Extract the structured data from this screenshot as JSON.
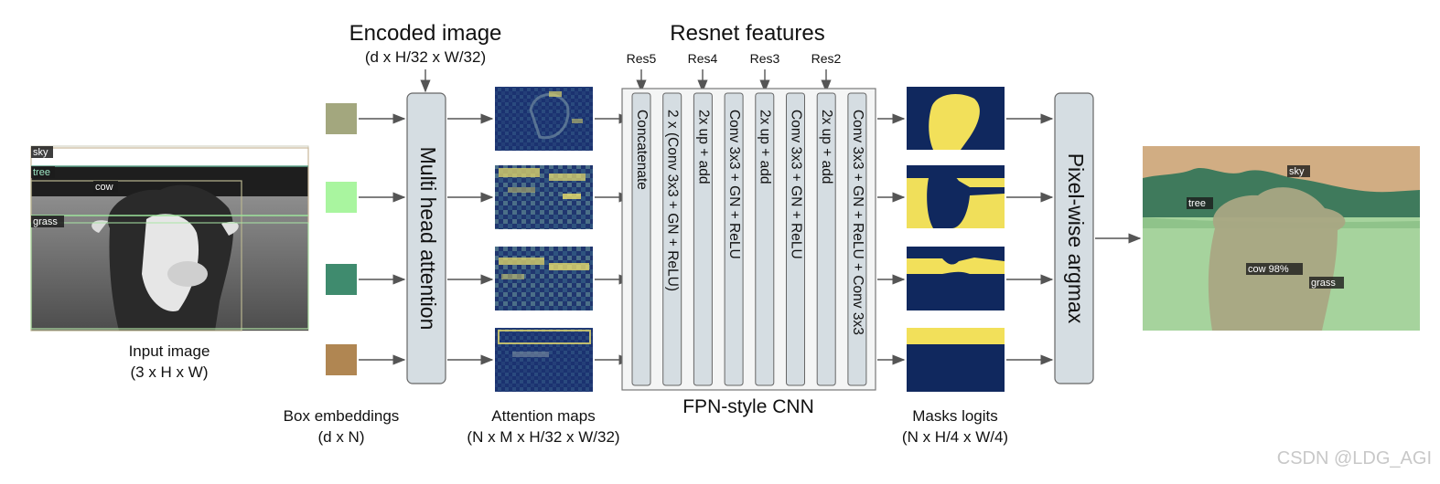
{
  "input": {
    "title": "Input image",
    "dims": "(3 x H x W)",
    "labels": [
      "sky",
      "tree",
      "cow",
      "grass"
    ]
  },
  "embeddings": {
    "title": "Box embeddings",
    "dims": "(d x N)",
    "colors": [
      "#a3a77e",
      "#a9f59f",
      "#3f8b6e",
      "#b08652"
    ]
  },
  "encoded": {
    "title": "Encoded image",
    "dims": "(d x H/32 x W/32)"
  },
  "mha": {
    "label": "Multi head attention"
  },
  "attention": {
    "title": "Attention maps",
    "dims": "(N x M x H/32 x W/32)"
  },
  "resnet": {
    "title": "Resnet features",
    "levels": [
      "Res5",
      "Res4",
      "Res3",
      "Res2"
    ]
  },
  "fpn": {
    "title": "FPN-style CNN",
    "layers": [
      "Concatenate",
      "2 x (Conv 3x3 + GN + ReLU)",
      "2x up + add",
      "Conv 3x3 + GN + ReLU",
      "2x up + add",
      "Conv 3x3 + GN + ReLU",
      "2x up + add",
      "Conv 3x3 + GN + ReLU + Conv 3x3"
    ]
  },
  "masks": {
    "title": "Masks logits",
    "dims": "(N x H/4 x W/4)"
  },
  "argmax": {
    "label": "Pixel-wise argmax"
  },
  "output": {
    "labels": [
      "sky",
      "tree",
      "cow 98%",
      "grass"
    ]
  },
  "watermark": "CSDN @LDG_AGI"
}
